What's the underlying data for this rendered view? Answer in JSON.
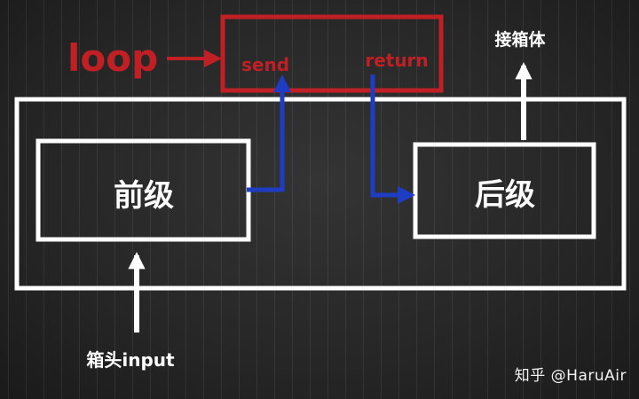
{
  "loop_label": "loop",
  "send_label": "send",
  "return_label": "return",
  "front_stage_label": "前级",
  "rear_stage_label": "后级",
  "speaker_label": "接箱体",
  "input_label": "箱头input",
  "watermark": "知乎 @HaruAir",
  "colors": {
    "red": "#c01f24",
    "blue": "#1f3cc4",
    "white": "#ffffff"
  }
}
